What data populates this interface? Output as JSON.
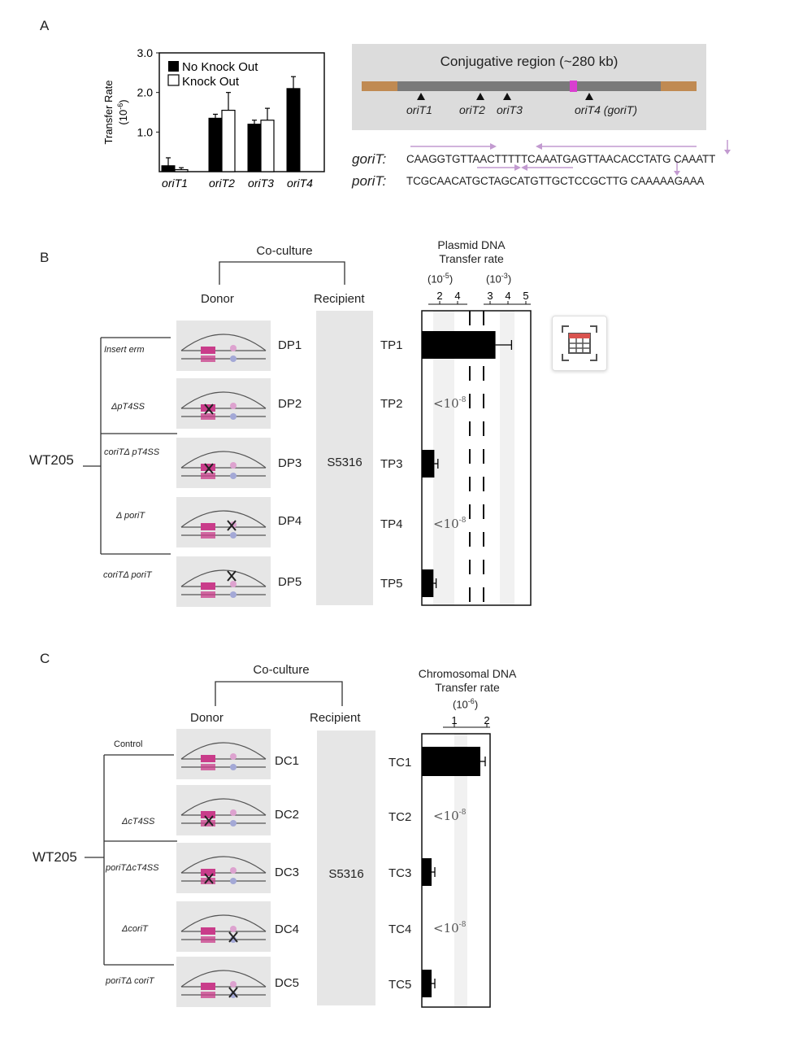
{
  "panels": {
    "a": "A",
    "b": "B",
    "c": "C"
  },
  "panel_a": {
    "legend": {
      "no_ko": "No Knock Out",
      "ko": "Knock Out"
    },
    "conj_title": "Conjugative region (~280 kb)",
    "sites": [
      "oriT1",
      "oriT2",
      "oriT3",
      "oriT4 (goriT)"
    ],
    "seq_goriT_label": "goriT:",
    "seq_goriT": "CAAGGTGTTAACTTTTTCAAATGAGTTAACACCTATG CAAATT",
    "seq_poriT_label": "poriT:",
    "seq_poriT": "TCGCAACATGCTAGCATGTTGCTCCGCTTG CAAAAAGAAA"
  },
  "panel_b": {
    "coculture": "Co-culture",
    "donor": "Donor",
    "recipient": "Recipient",
    "recipient_strain": "S5316",
    "parent": "WT205",
    "rows": [
      {
        "mutation": "Insert erm",
        "donor": "DP1",
        "tp": "TP1"
      },
      {
        "mutation": "ΔpT4SS",
        "donor": "DP2",
        "tp": "TP2"
      },
      {
        "mutation": "coriTΔ pT4SS",
        "donor": "DP3",
        "tp": "TP3"
      },
      {
        "mutation": "Δ poriT",
        "donor": "DP4",
        "tp": "TP4"
      },
      {
        "mutation": "coriTΔ poriT",
        "donor": "DP5",
        "tp": "TP5"
      }
    ],
    "chart_title_1": "Plasmid DNA",
    "chart_title_2": "Transfer rate",
    "unit_left": "(10",
    "unit_left_sup": "-5",
    "unit_right": "(10",
    "unit_right_sup": "-3",
    "unit_close": ")"
  },
  "panel_c": {
    "coculture": "Co-culture",
    "donor": "Donor",
    "recipient": "Recipient",
    "recipient_strain": "S5316",
    "parent": "WT205",
    "rows": [
      {
        "mutation": "Control",
        "donor": "DC1",
        "tc": "TC1"
      },
      {
        "mutation": "ΔcT4SS",
        "donor": "DC2",
        "tc": "TC2"
      },
      {
        "mutation": "poriTΔcT4SS",
        "donor": "DC3",
        "tc": "TC3"
      },
      {
        "mutation": "ΔcoriT",
        "donor": "DC4",
        "tc": "TC4"
      },
      {
        "mutation": "poriTΔ coriT",
        "donor": "DC5",
        "tc": "TC5"
      }
    ],
    "chart_title_1": "Chromosomal DNA",
    "chart_title_2": "Transfer rate",
    "unit": "(10",
    "unit_sup": "-6",
    "unit_close": ")"
  },
  "colors": {
    "bar": "#000000",
    "panel_bg": "#e6e6e6",
    "backbone": "#7a7a7a",
    "flank": "#c08a52",
    "magenta": "#c93c8a",
    "pink": "#dda2cf",
    "lavender": "#a3a8d6",
    "arrow": "#c29ad0"
  },
  "chart_data": [
    {
      "type": "bar",
      "title": "",
      "xlabel": "",
      "ylabel": "Transfer Rate (10^-6)",
      "categories": [
        "oriT1",
        "oriT2",
        "oriT3",
        "oriT4"
      ],
      "series": [
        {
          "name": "No Knock Out",
          "values": [
            0.15,
            1.35,
            1.2,
            2.1
          ],
          "errors": [
            0.2,
            0.1,
            0.1,
            0.3
          ]
        },
        {
          "name": "Knock Out",
          "values": [
            0.05,
            1.55,
            1.3,
            0
          ],
          "errors": [
            0.05,
            0.45,
            0.3,
            0
          ]
        }
      ],
      "ylim": [
        0,
        3.0
      ],
      "yticks": [
        1.0,
        2.0,
        3.0
      ],
      "legend": "top-left"
    },
    {
      "type": "bar",
      "orientation": "horizontal",
      "title": "Plasmid DNA Transfer rate",
      "axis_units": [
        "(10^-5)",
        "(10^-3)"
      ],
      "scale": "broken axis",
      "ticks_left": [
        2,
        4
      ],
      "ticks_right": [
        3,
        4,
        5
      ],
      "categories": [
        "TP1",
        "TP2",
        "TP3",
        "TP4",
        "TP5"
      ],
      "values": [
        3.3,
        null,
        1.4,
        null,
        1.3
      ],
      "value_units": [
        "10^-3",
        "",
        "10^-5",
        "",
        "10^-5"
      ],
      "errors": [
        0.9,
        null,
        0.4,
        null,
        0.3
      ],
      "labels": [
        "",
        "<10^-8",
        "",
        "<10^-8",
        ""
      ]
    },
    {
      "type": "bar",
      "orientation": "horizontal",
      "title": "Chromosomal DNA Transfer rate",
      "axis_units": "(10^-6)",
      "ticks": [
        1,
        2
      ],
      "categories": [
        "TC1",
        "TC2",
        "TC3",
        "TC4",
        "TC5"
      ],
      "values": [
        1.8,
        null,
        0.3,
        null,
        0.3
      ],
      "errors": [
        0.15,
        null,
        0.1,
        null,
        0.1
      ],
      "labels": [
        "",
        "<10^-8",
        "",
        "<10^-8",
        ""
      ]
    }
  ]
}
